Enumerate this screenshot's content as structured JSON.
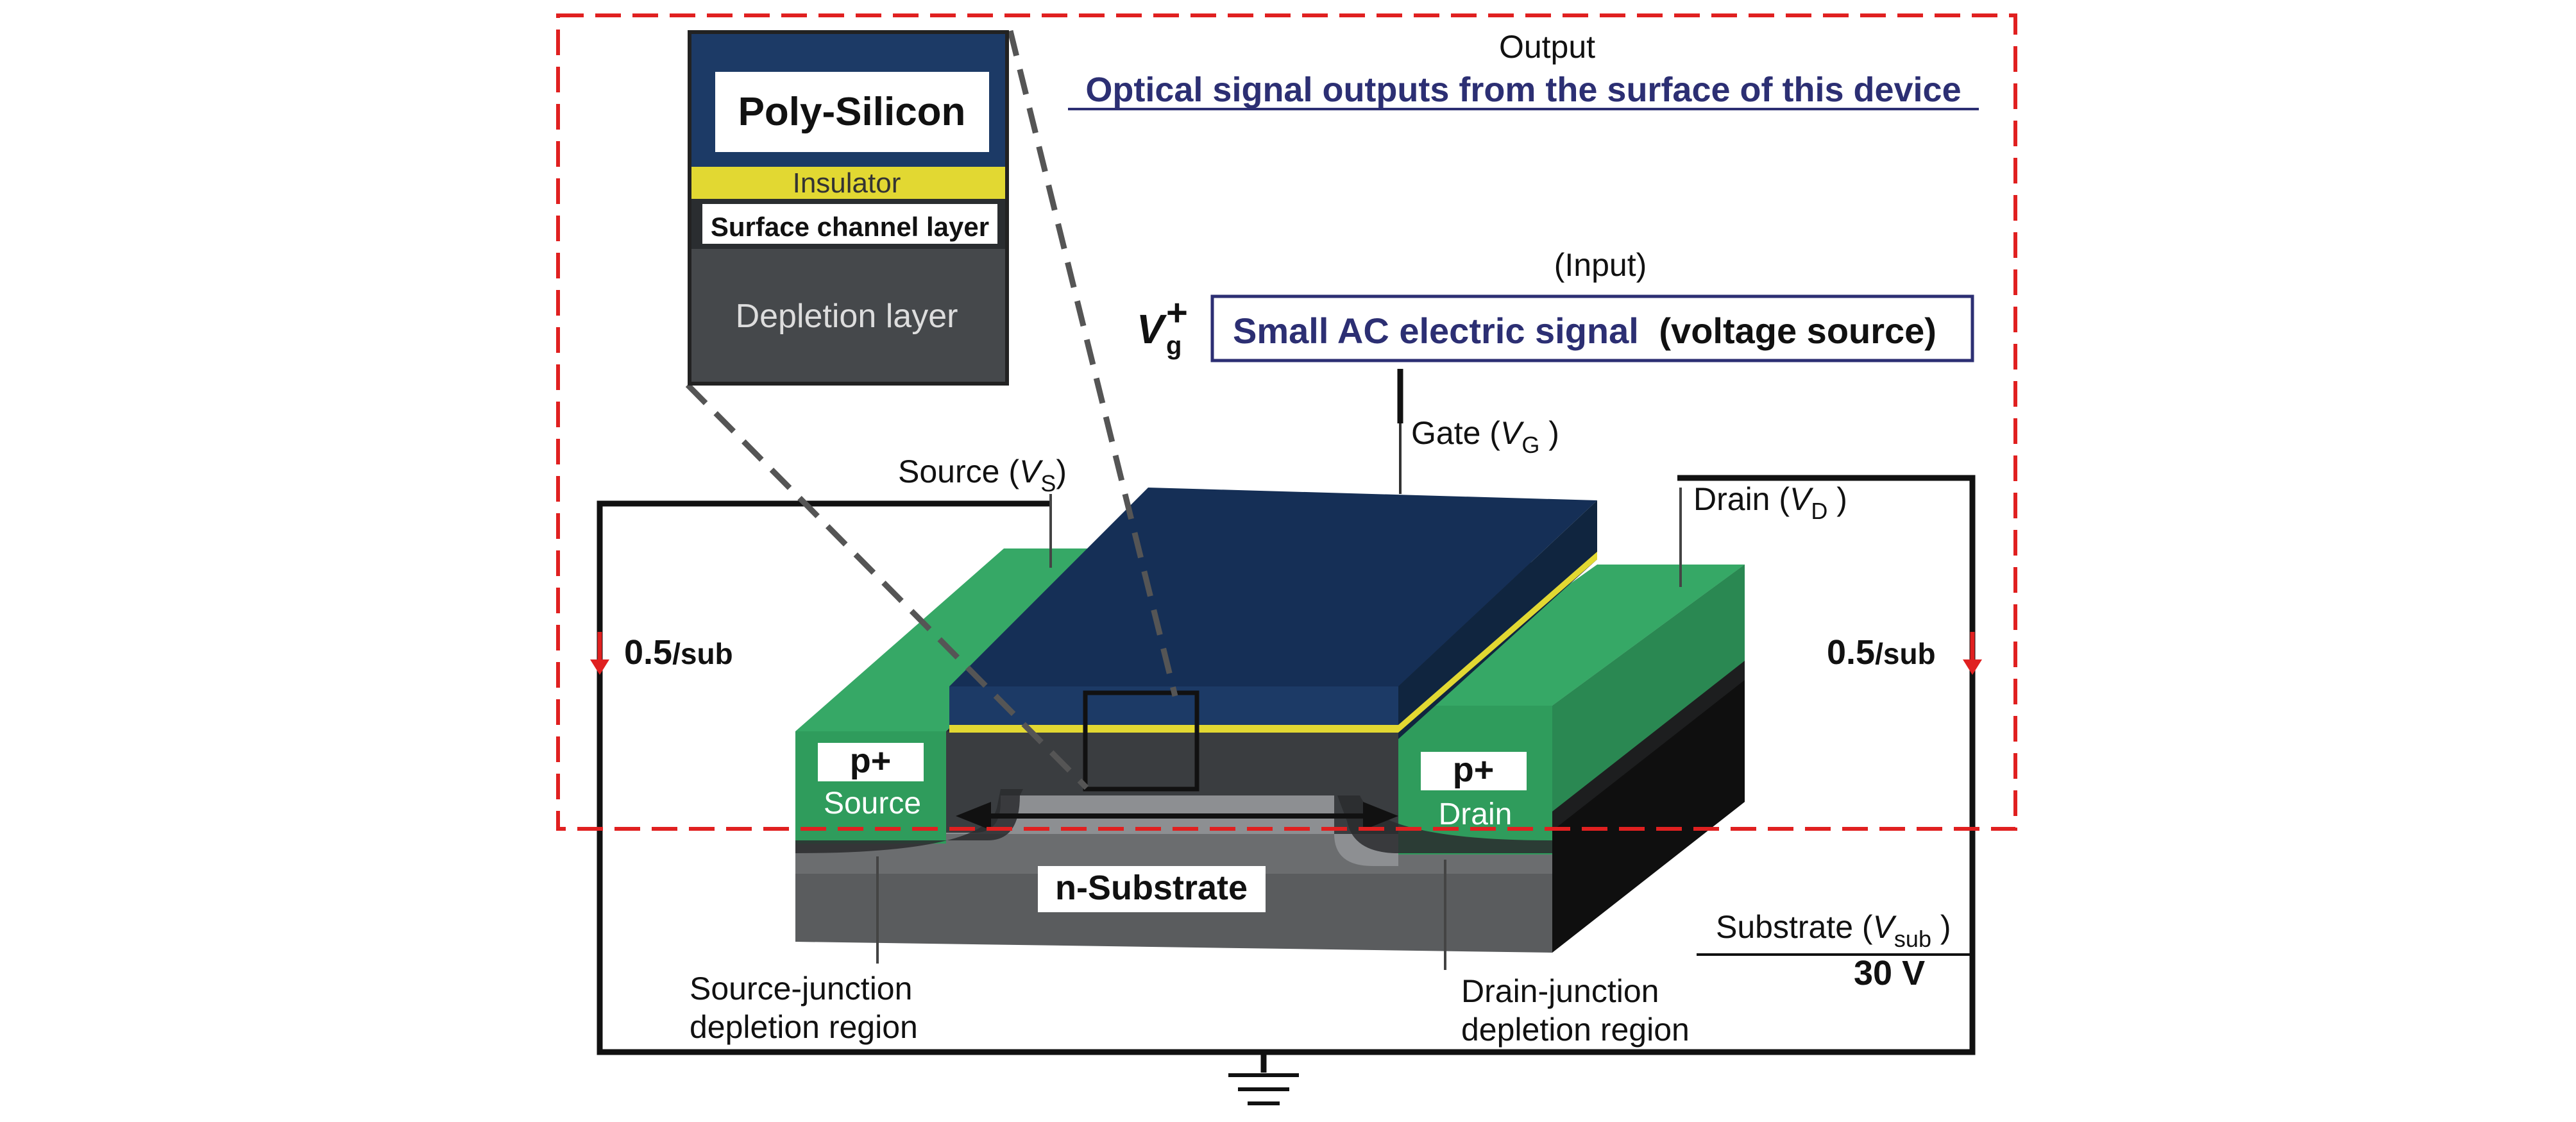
{
  "output": {
    "heading": "Output",
    "description": "Optical signal outputs from the surface of this device"
  },
  "input": {
    "heading": "(Input)",
    "gate_voltage_symbol": "V",
    "gate_voltage_subscript": "g",
    "gate_voltage_superscript": "+",
    "signal_text": "Small AC electric signal",
    "signal_type": "(voltage source)"
  },
  "inset": {
    "poly_silicon": "Poly-Silicon",
    "insulator": "Insulator",
    "surface_channel": "Surface channel layer",
    "depletion": "Depletion layer"
  },
  "terminals": {
    "gate": {
      "label": "Gate (",
      "var": "V",
      "sub": "G",
      "close": " )"
    },
    "source": {
      "label": "Source (",
      "var": "V",
      "sub": "S",
      "close": ")"
    },
    "drain": {
      "label": "Drain (",
      "var": "V",
      "sub": "D",
      "close": " )"
    },
    "substrate": {
      "label": "Substrate (",
      "var": "V",
      "sub": "sub",
      "close": " )"
    }
  },
  "currents": {
    "left": {
      "value": "0.5",
      "unit": "/sub"
    },
    "right": {
      "value": "0.5",
      "unit": "/sub"
    }
  },
  "substrate_voltage": "30 V",
  "device": {
    "source_tag": "p+",
    "source_name": "Source",
    "drain_tag": "p+",
    "drain_name": "Drain",
    "substrate_name": "n-Substrate"
  },
  "regions": {
    "source_junction_line1": "Source-junction",
    "source_junction_line2": "depletion region",
    "drain_junction_line1": "Drain-junction",
    "drain_junction_line2": "depletion region"
  },
  "colors": {
    "gate_blue": "#1c3a66",
    "insulator_yellow": "#e2d832",
    "p_plus_green": "#2f9c5c",
    "substrate_gray": "#555555",
    "dashed_box_red": "#e02020",
    "signal_box_navy": "#2c2f73"
  }
}
